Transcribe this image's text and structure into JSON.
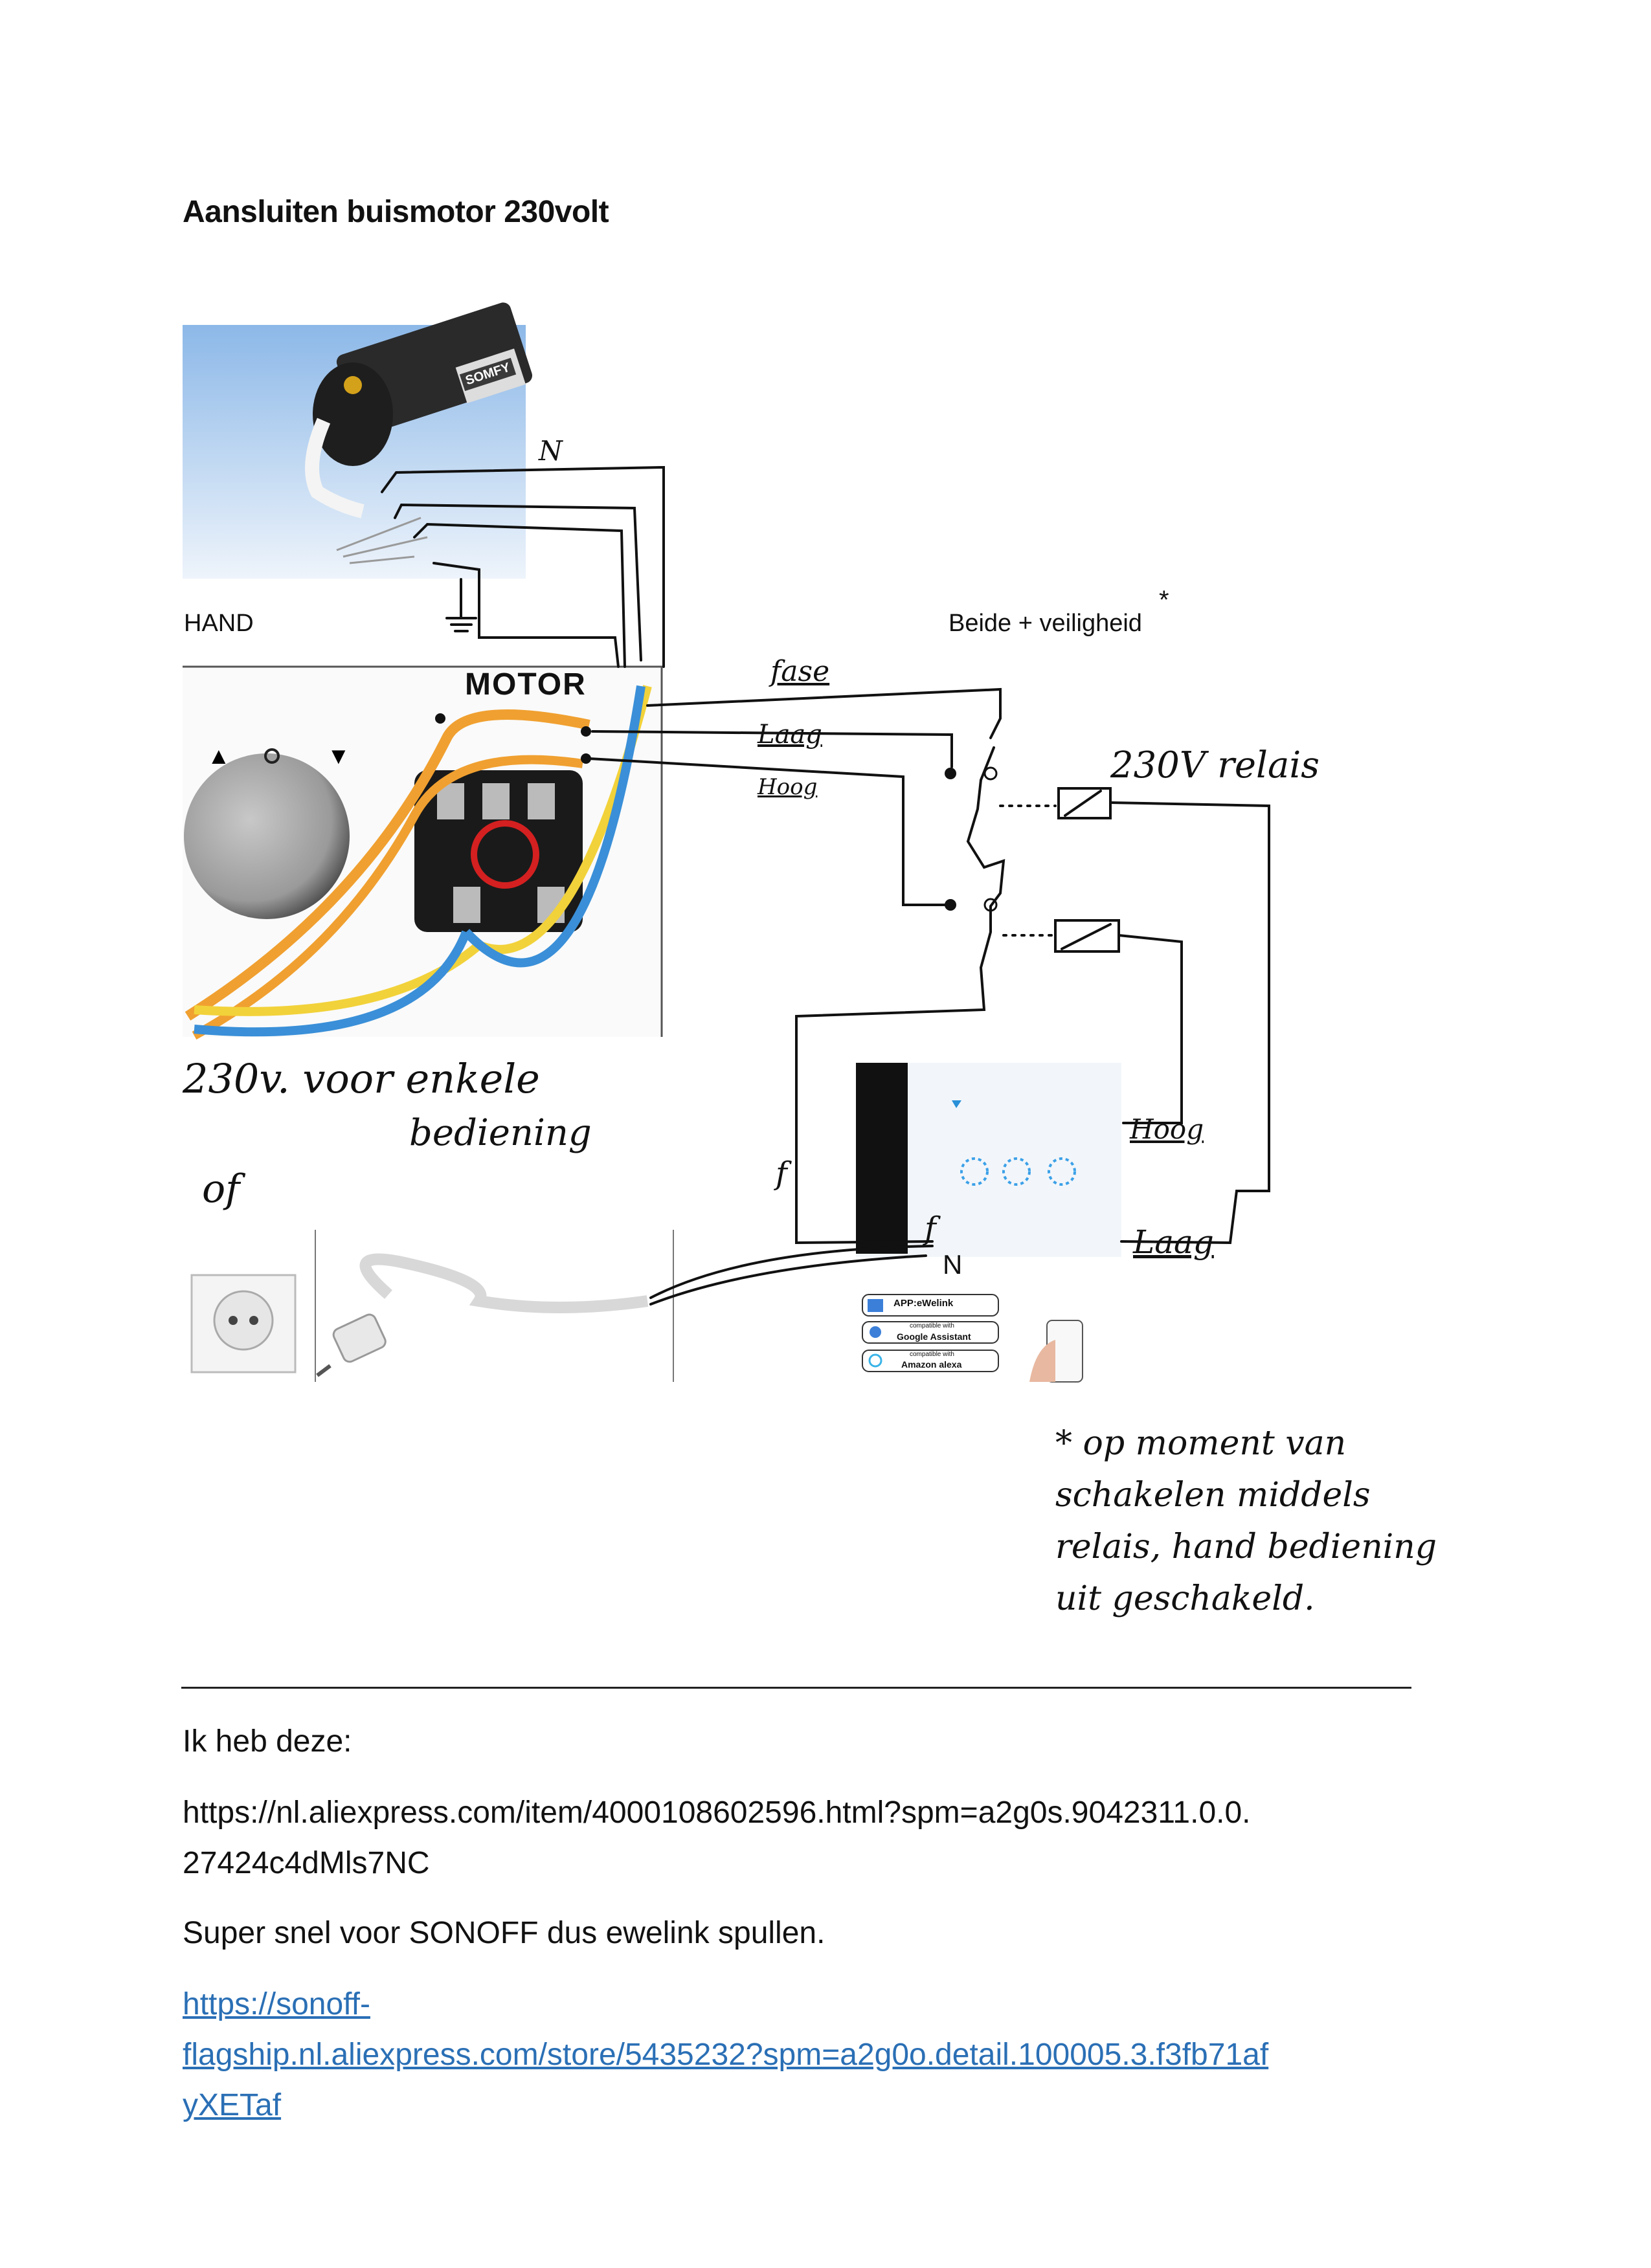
{
  "document": {
    "title": "Aansluiten buismotor 230volt",
    "hand_label": "HAND",
    "beide_label": "Beide + veiligheid",
    "motor_label": "MOTOR",
    "somfy_brand": "SOMFY",
    "handwritten": {
      "n_top": "N",
      "fase": "fase",
      "laag": "Laag",
      "hoog": "Hoog",
      "relais": "230V relais",
      "voor_line1": "230v. voor enkele",
      "voor_line2": "bediening",
      "of": "of",
      "f_left": "f",
      "f_switch": "f",
      "n_switch": "N",
      "hoog_right": "Hoog",
      "laag_right": "Laag",
      "note_line1": "* op moment van",
      "note_line2": "schakelen middels",
      "note_line3": "relais, hand bediening",
      "note_line4": "uit geschakeld."
    },
    "badges": {
      "ewelink": "APP:eWelink",
      "google_small": "compatible with",
      "google": "Google Assistant",
      "alexa_small": "compatible with",
      "alexa": "Amazon alexa"
    },
    "text": {
      "ik_heb": "Ik heb deze:",
      "url1_line1": "https://nl.aliexpress.com/item/4000108602596.html?spm=a2g0s.9042311.0.0.",
      "url1_line2": "27424c4dMls7NC",
      "super": "Super snel voor SONOFF dus ewelink spullen.",
      "link_line1": "https://sonoff-",
      "link_line2": "flagship.nl.aliexpress.com/store/5435232?spm=a2g0o.detail.100005.3.f3fb71af",
      "link_line3": "yXETaf"
    },
    "colors": {
      "orange_wire": "#f0a030",
      "yellow_wire": "#f2d23a",
      "blue_wire": "#3a8fd8",
      "link": "#2a6fb5",
      "ink": "#111111"
    }
  }
}
